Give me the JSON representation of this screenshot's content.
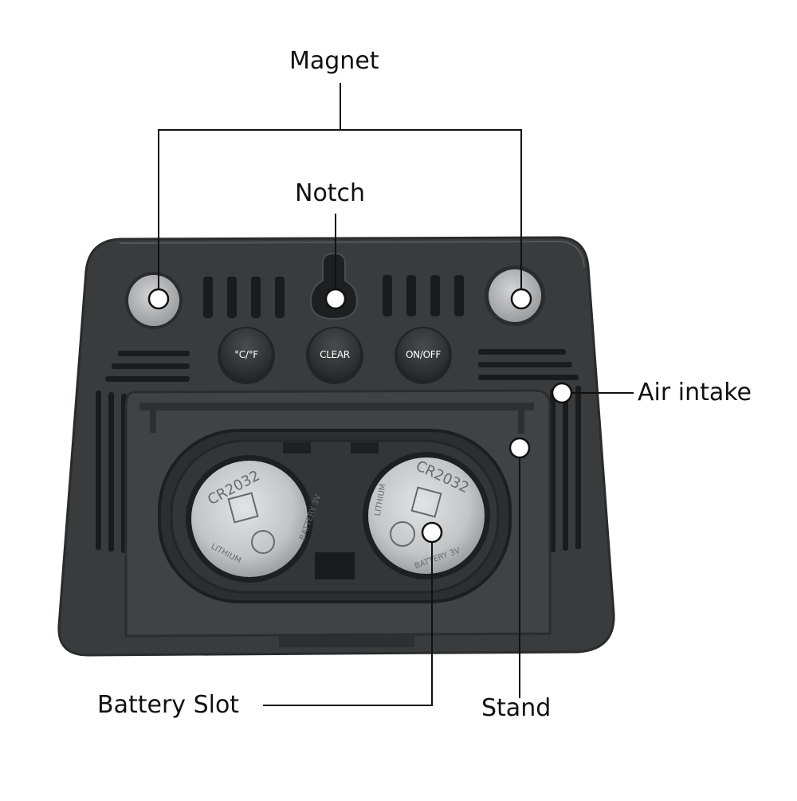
{
  "callouts": {
    "magnet": "Magnet",
    "notch": "Notch",
    "air_intake": "Air intake",
    "battery_slot": "Battery Slot",
    "stand": "Stand"
  },
  "buttons": {
    "unit": "°C/°F",
    "clear": "CLEAR",
    "power": "ON/OFF"
  },
  "batteries": [
    {
      "model": "CR2032",
      "chemistry": "LITHIUM",
      "voltage": "BATTERY 3V"
    },
    {
      "model": "CR2032",
      "chemistry": "LITHIUM",
      "voltage": "BATTERY 3V"
    }
  ],
  "colors": {
    "body": "#3a3b3d",
    "body_edge": "#2a2b2d",
    "door": "#404144",
    "coin": "#c9cacc",
    "magnet": "#b7b8ba",
    "leader_line": "#111111"
  }
}
